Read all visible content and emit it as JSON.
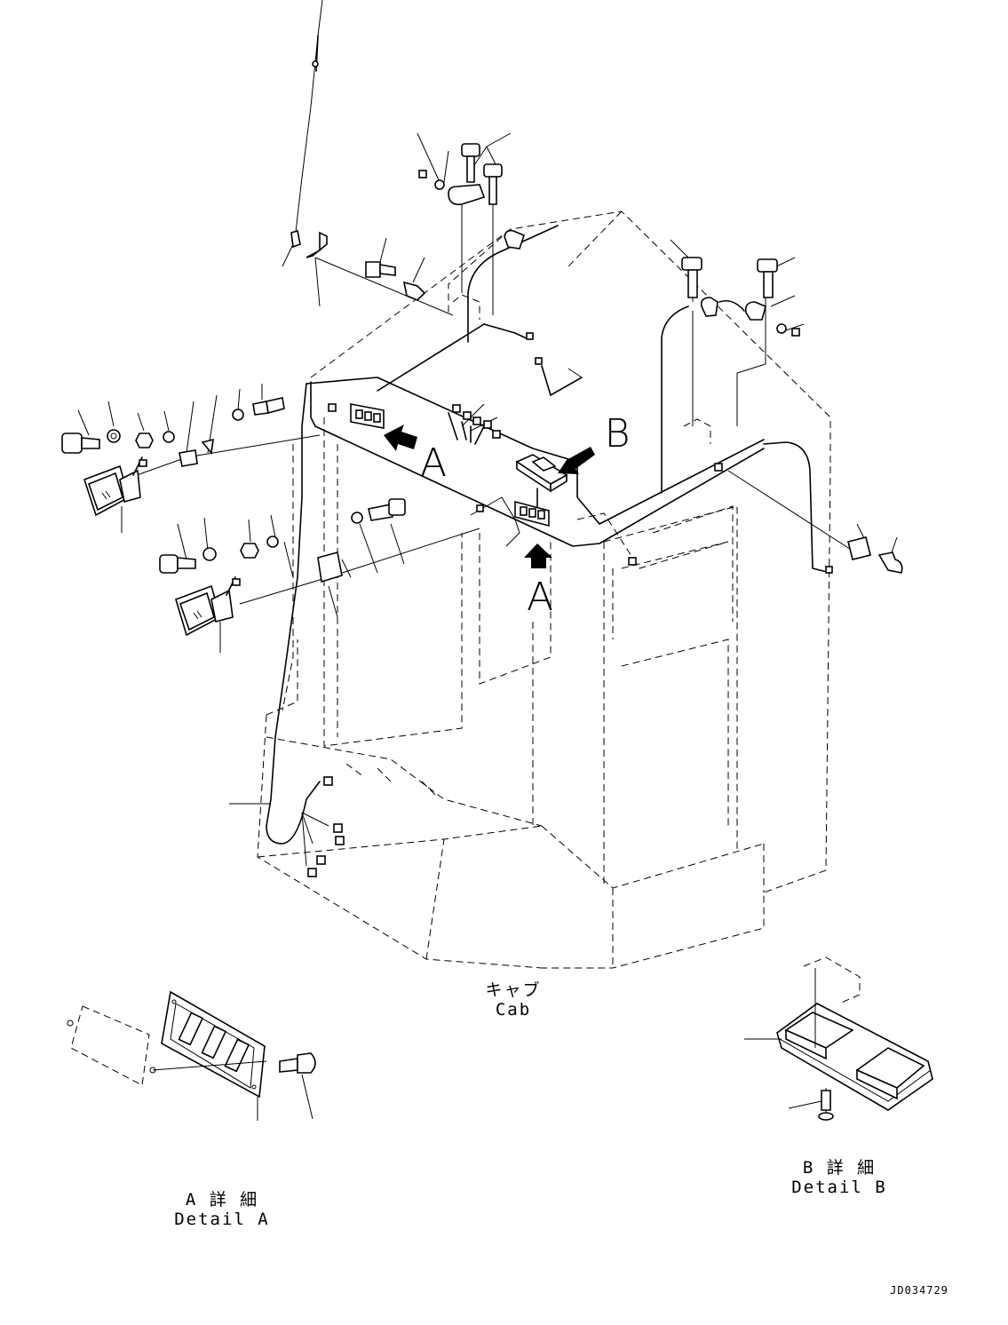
{
  "view_labels": {
    "arrow_a_left": "A",
    "arrow_a_bottom": "A",
    "arrow_b": "B"
  },
  "cab": {
    "label_jp": "キャブ",
    "label_en": "Cab"
  },
  "detail_a": {
    "label_jp": "A 詳 細",
    "label_en": "Detail A"
  },
  "detail_b": {
    "label_jp": "B 詳 細",
    "label_en": "Detail B"
  },
  "drawing_code": "JD034729",
  "icons": [
    "work-lamp-icon",
    "switch-panel-icon",
    "bolt-icon",
    "washer-icon",
    "nut-icon",
    "clamp-icon",
    "direction-arrow-icon"
  ]
}
